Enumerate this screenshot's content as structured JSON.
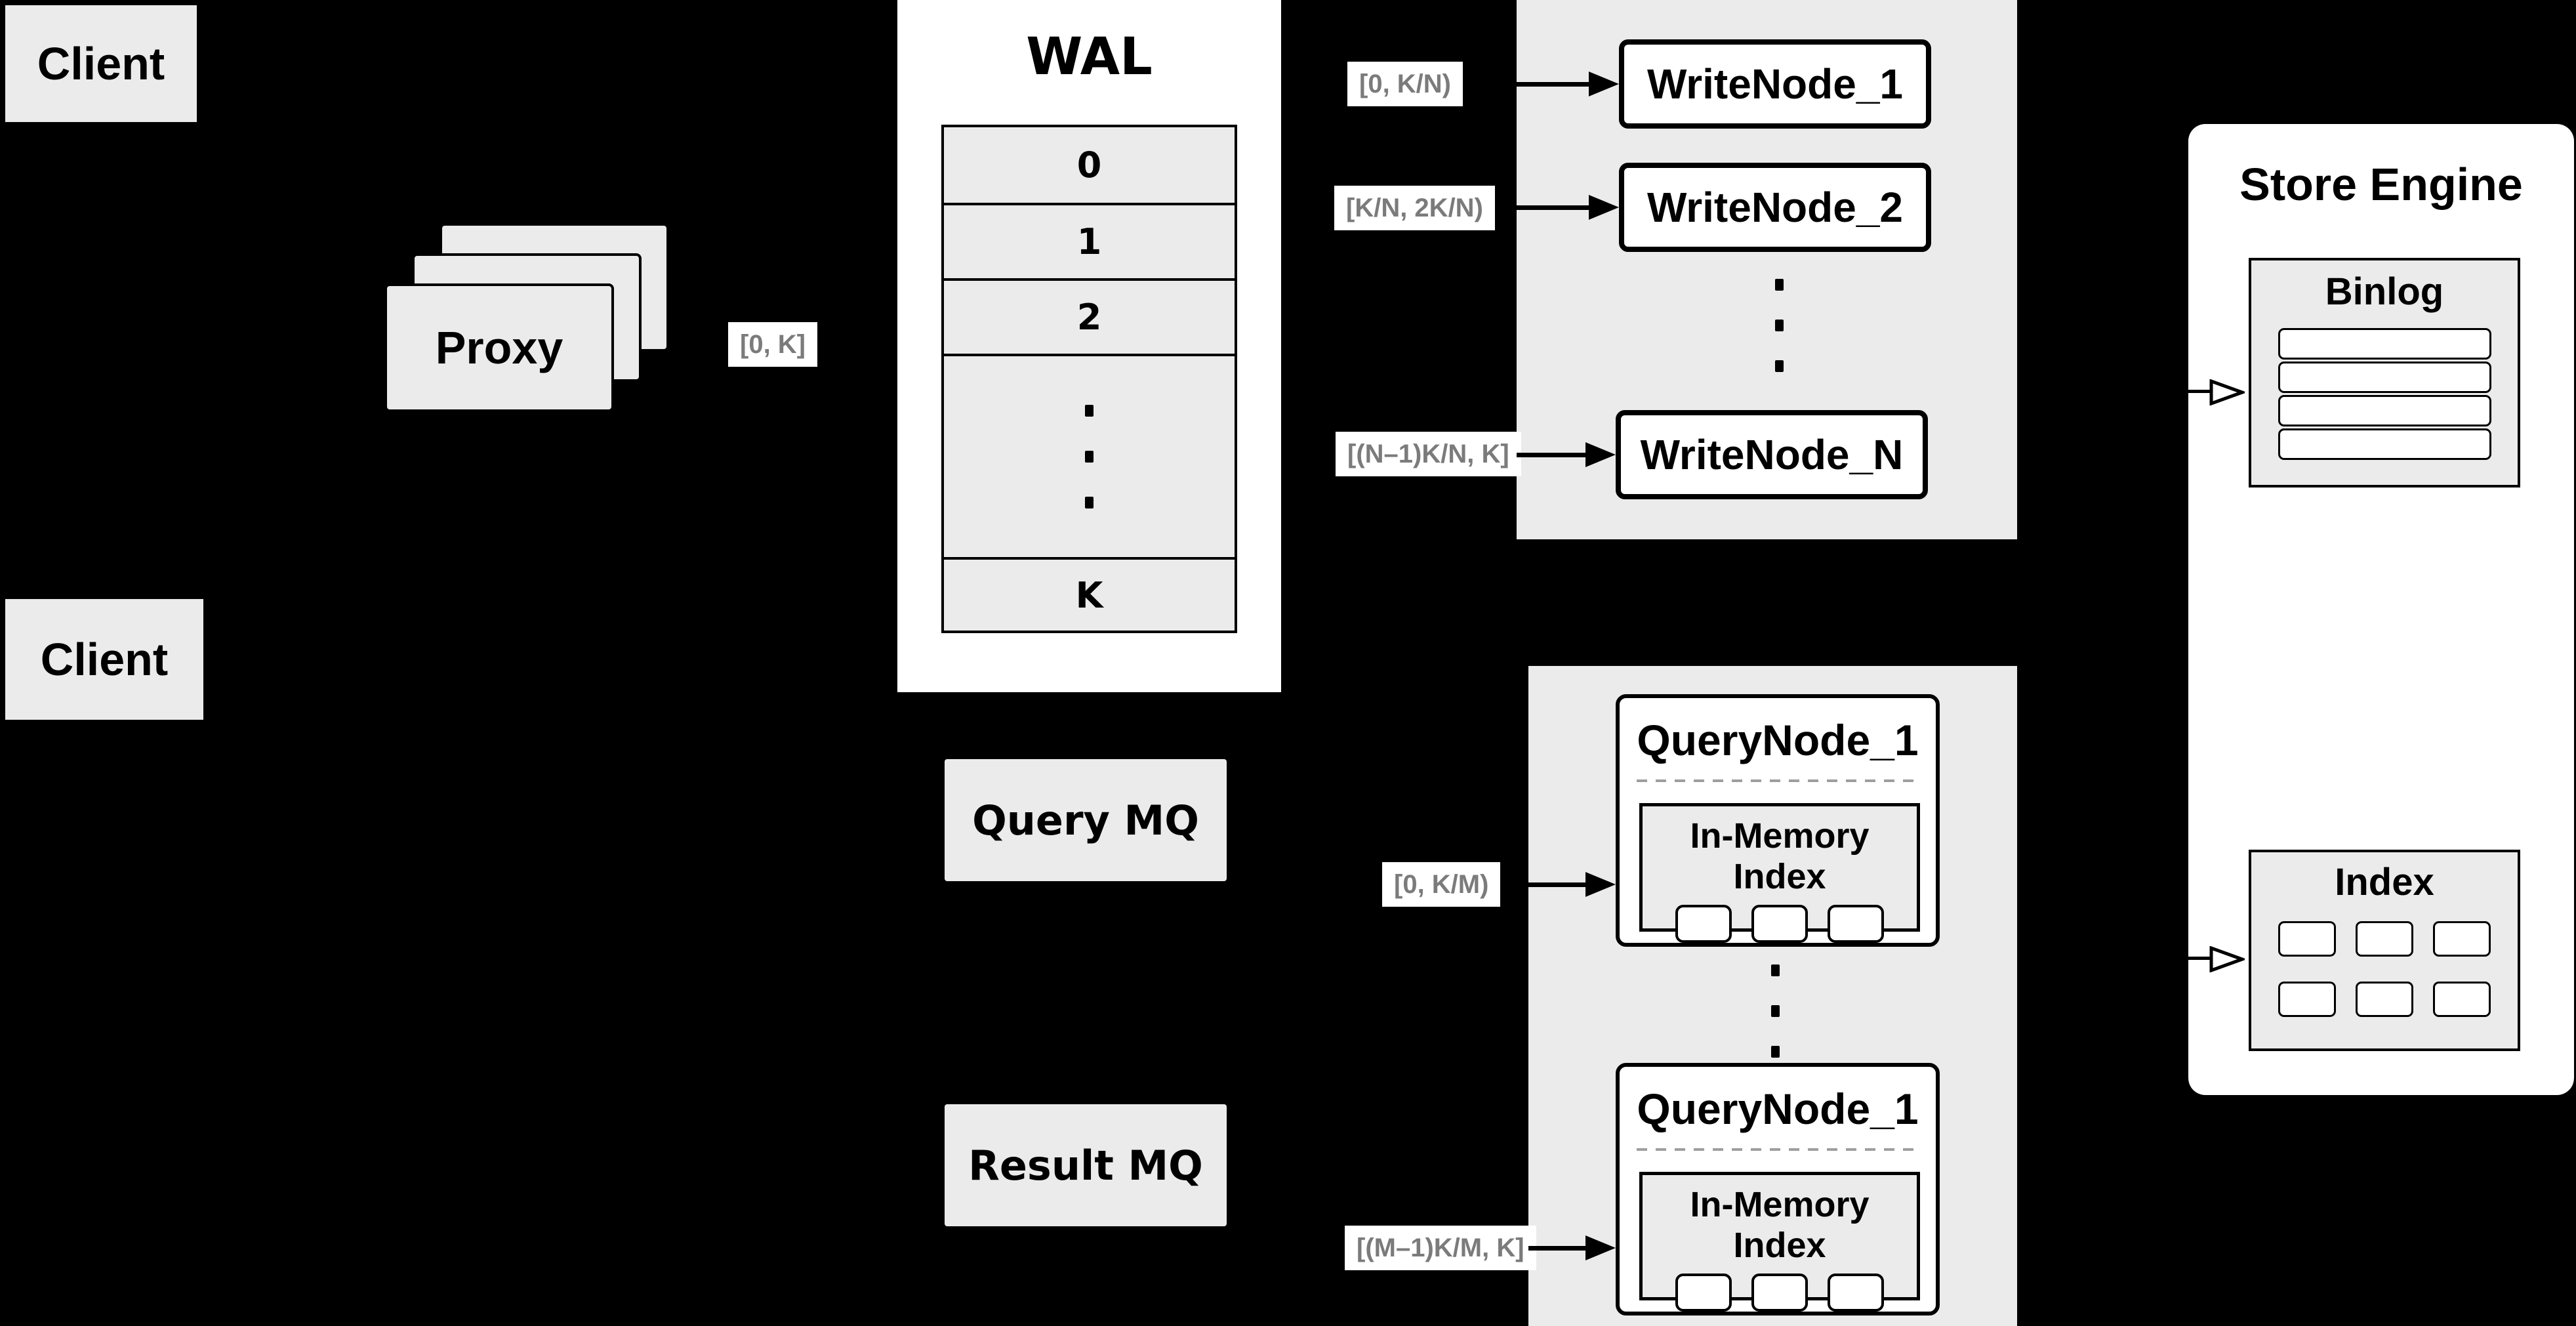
{
  "colors": {
    "background": "#000000",
    "panel_gray": "#ebebeb",
    "box_white": "#ffffff",
    "stroke_black": "#000000",
    "range_label_text": "#7b7b7b",
    "dashed_line": "#9e9e9e"
  },
  "clients": {
    "top_label": "Client",
    "bottom_label": "Client"
  },
  "proxy": {
    "label": "Proxy",
    "output_range": "[0, K]"
  },
  "wal": {
    "title": "WAL",
    "slots": [
      "0",
      "1",
      "2",
      "K"
    ],
    "ellipsis_dots": 3
  },
  "write_section": {
    "ranges": [
      "[0, K/N)",
      "[K/N, 2K/N)",
      "[(N–1)K/N, K]"
    ],
    "nodes": [
      "WriteNode_1",
      "WriteNode_2",
      "WriteNode_N"
    ],
    "ellipsis_dots": 3
  },
  "store_engine": {
    "title": "Store Engine",
    "binlog": {
      "title": "Binlog",
      "row_count": 4
    },
    "index": {
      "title": "Index",
      "cell_count": 6
    }
  },
  "message_queues": {
    "query": "Query MQ",
    "result": "Result MQ"
  },
  "query_section": {
    "ranges": [
      "[0, K/M)",
      "[(M–1)K/M, K]"
    ],
    "nodes": [
      {
        "title": "QueryNode_1",
        "memory_label": "In-Memory Index",
        "cell_count": 3
      },
      {
        "title": "QueryNode_1",
        "memory_label": "In-Memory Index",
        "cell_count": 3
      }
    ],
    "ellipsis_dots": 3
  }
}
